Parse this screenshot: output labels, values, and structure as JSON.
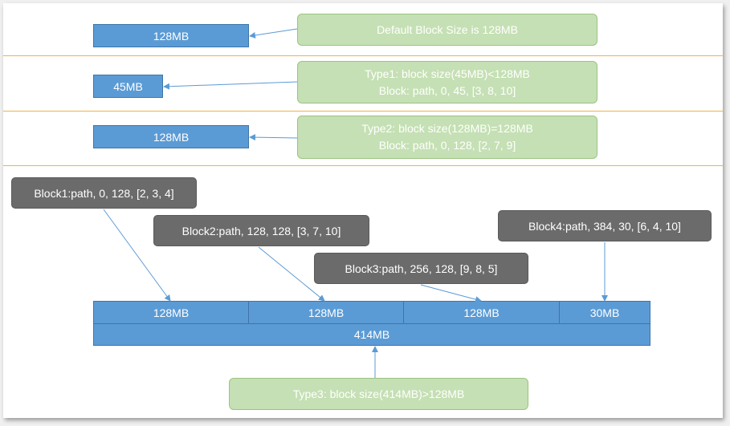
{
  "row1": {
    "block": "128MB",
    "note": "Default Block Size is 128MB"
  },
  "row2": {
    "block": "45MB",
    "note_line1": "Type1: block size(45MB)<128MB",
    "note_line2": "Block: path, 0, 45, [3, 8, 10]"
  },
  "row3": {
    "block": "128MB",
    "note_line1": "Type2: block size(128MB)=128MB",
    "note_line2": "Block: path, 0, 128, [2, 7, 9]"
  },
  "row4": {
    "labels": [
      "Block1:path, 0, 128, [2, 3, 4]",
      "Block2:path, 128, 128, [3, 7, 10]",
      "Block3:path, 256, 128, [9, 8, 5]",
      "Block4:path, 384, 30, [6, 4, 10]"
    ],
    "segments": [
      "128MB",
      "128MB",
      "128MB",
      "30MB"
    ],
    "total": "414MB",
    "note": "Type3: block size(414MB)>128MB"
  },
  "colors": {
    "block_fill": "#5b9bd5",
    "note_fill": "#c5e0b4",
    "label_fill": "#6b6b6b",
    "divider": "#f0b248",
    "arrow": "#5b9bd5"
  }
}
